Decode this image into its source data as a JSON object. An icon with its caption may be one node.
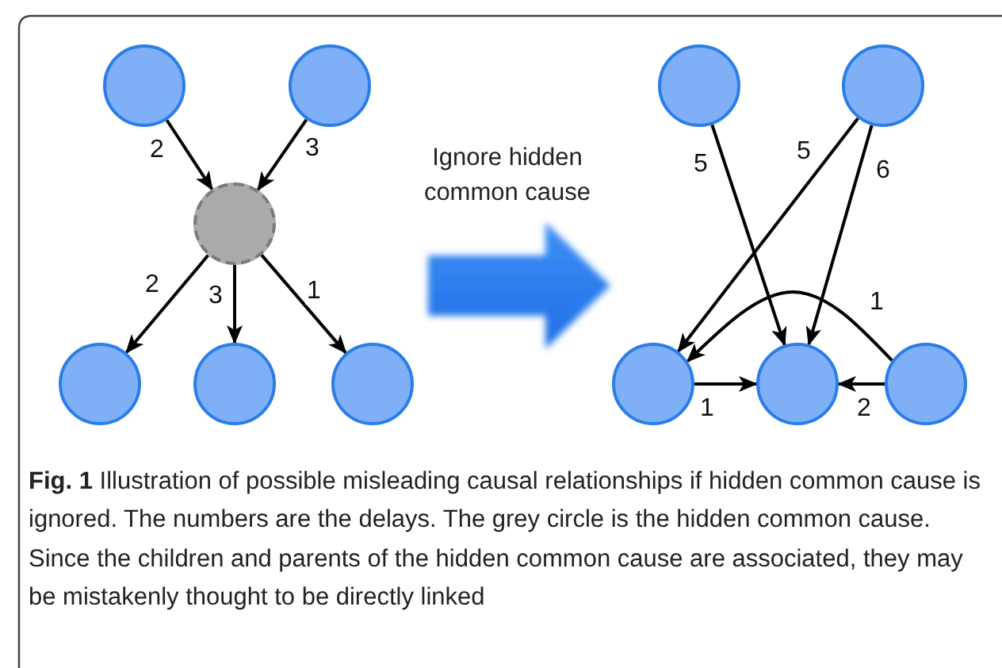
{
  "diagram": {
    "caption": "**Fig. 1** Illustration of possible misleading causal relationships if hidden common cause is ignored. The numbers are the delays. The grey circle is the hidden common cause. Since the children and parents of the hidden common cause are associated, they may be mistakenly thought to be directly linked",
    "nodes": [
      {
        "text": [],
        "shape": "circle"
      },
      {
        "text": [],
        "shape": "circle"
      },
      {
        "text": [],
        "shape": "circle"
      },
      {
        "text": [],
        "shape": "circle"
      },
      {
        "text": [],
        "shape": "circle"
      },
      {
        "text": [],
        "shape": "circle"
      },
      {
        "text": [],
        "shape": "circle"
      },
      {
        "text": [],
        "shape": "circle"
      },
      {
        "text": [],
        "shape": "circle"
      },
      {
        "text": [],
        "shape": "circle"
      },
      {
        "text": [],
        "shape": "circle"
      }
    ],
    "edges": [
      {
        "from": 0,
        "to": 2,
        "arrow": "to",
        "label": "2"
      },
      {
        "from": 1,
        "to": 2,
        "arrow": "to",
        "label": "3"
      },
      {
        "from": 2,
        "to": 3,
        "arrow": "to",
        "label": "2"
      },
      {
        "from": 2,
        "to": 4,
        "arrow": "to",
        "label": "3"
      },
      {
        "from": 2,
        "to": 5,
        "arrow": "to",
        "label": "1"
      },
      {
        "from": 6,
        "to": 9,
        "arrow": "to",
        "label": "5"
      },
      {
        "from": 7,
        "to": 8,
        "arrow": "to",
        "label": "5"
      },
      {
        "from": 7,
        "to": 9,
        "arrow": "to",
        "label": "6"
      },
      {
        "from": 10,
        "to": 8,
        "arrow": "to",
        "label": "1"
      },
      {
        "from": 8,
        "to": 9,
        "arrow": "to",
        "label": "1"
      },
      {
        "from": 10,
        "to": 9,
        "arrow": "to",
        "label": "2"
      }
    ],
    "labels": [
      "Ignore hidden common cause"
    ]
  }
}
